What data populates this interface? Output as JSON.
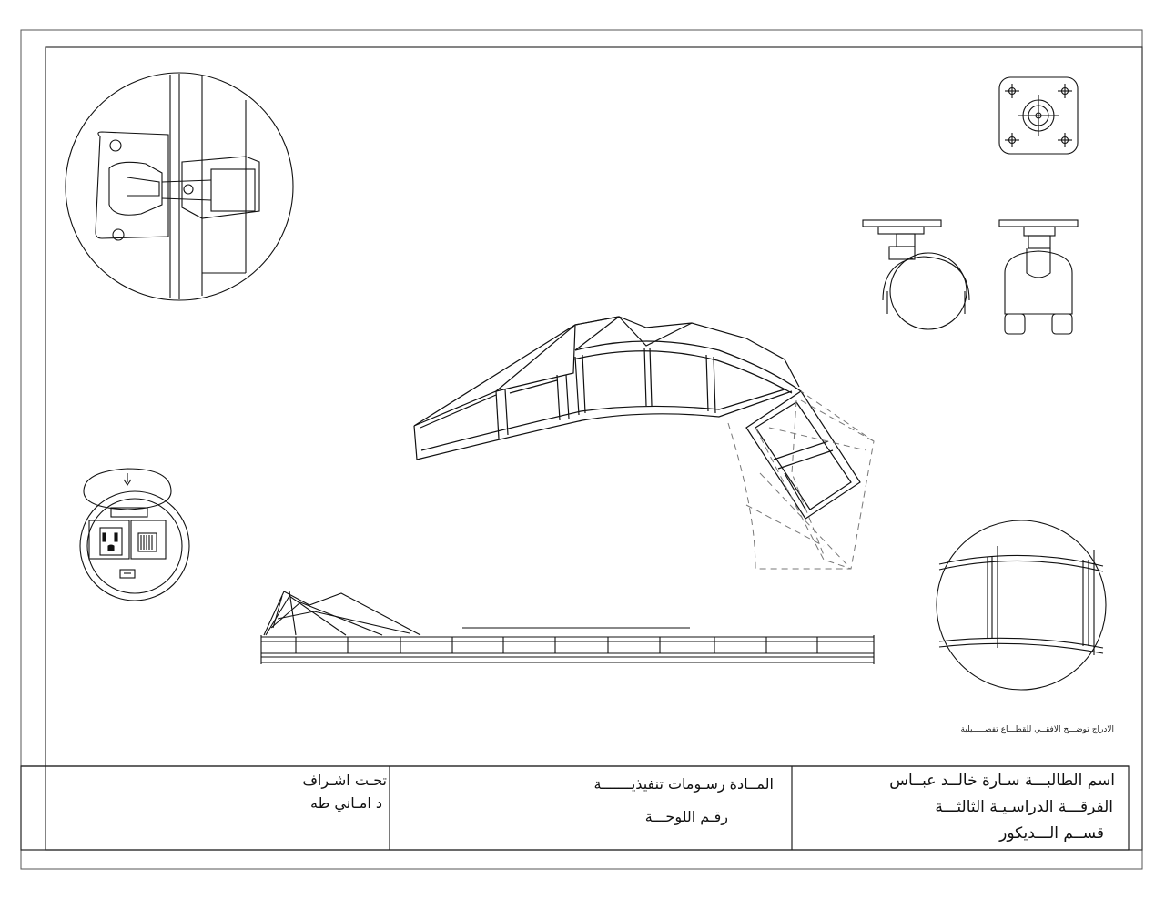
{
  "caption": "الادراج توضـــح الافقــي للقطـــاع تفصـــــيلية",
  "title_block": {
    "supervision": {
      "line1": "تحـت اشـراف",
      "line2": "د امـاني طه"
    },
    "subject": {
      "line1": "المــادة رسـومات تنفيذيـــــــة",
      "line2": "رقـم اللوحـــة"
    },
    "student": {
      "line1": "اسم الطالبـــة سـارة خالــد عبــاس",
      "line2": "الفرقـــة الدراسـيـة الثالثـــة",
      "line3": "قســم الـــديكور"
    }
  }
}
